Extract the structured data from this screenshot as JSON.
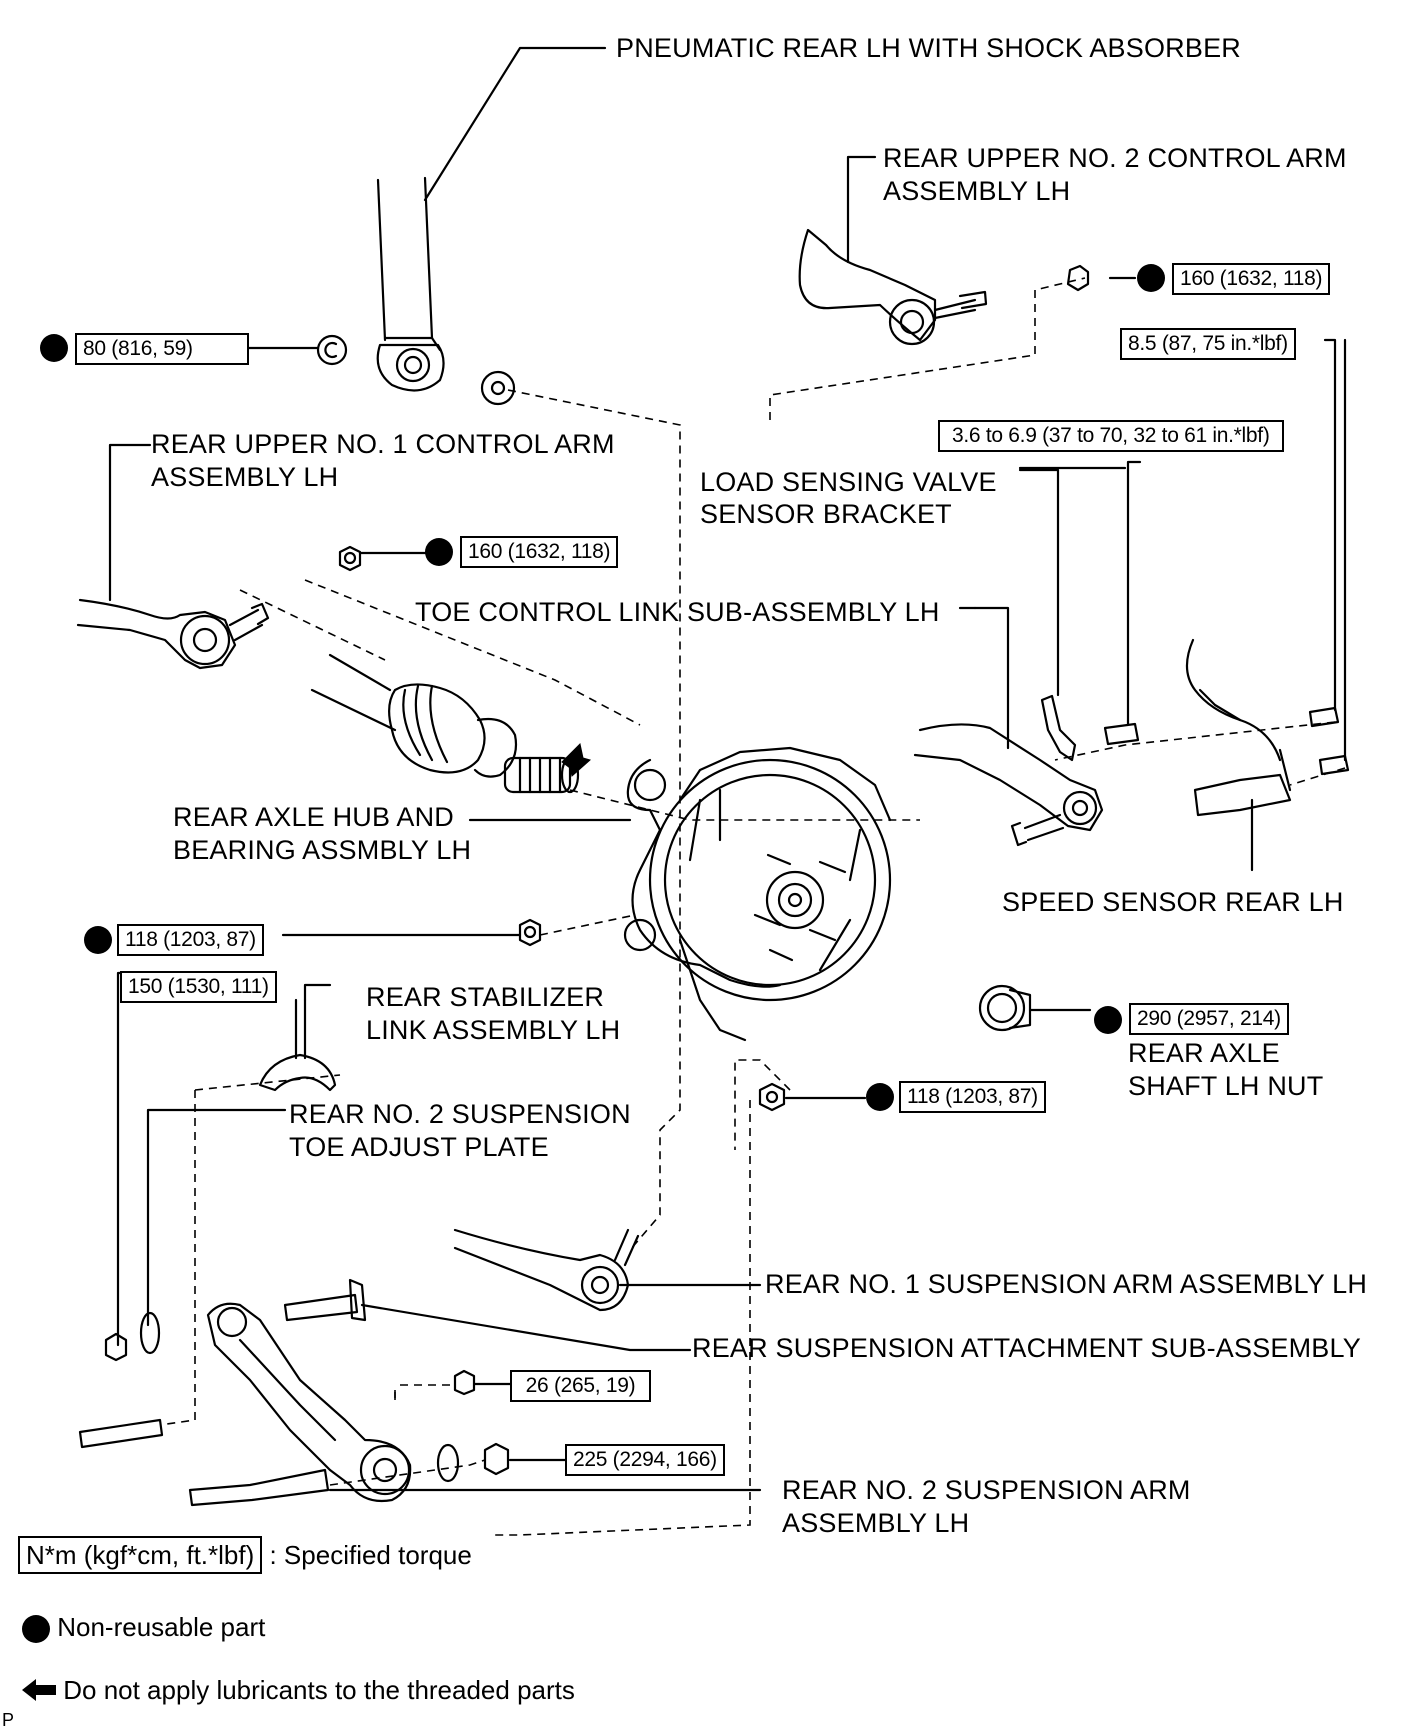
{
  "labels": {
    "shock": "PNEUMATIC REAR LH WITH SHOCK ABSORBER",
    "upper2_line1": "REAR UPPER NO. 2 CONTROL ARM",
    "upper2_line2": "ASSEMBLY LH",
    "upper1_line1": "REAR UPPER NO. 1 CONTROL ARM",
    "upper1_line2": "ASSEMBLY LH",
    "load_line1": "LOAD SENSING VALVE",
    "load_line2": "SENSOR BRACKET",
    "toe": "TOE CONTROL LINK SUB-ASSEMBLY LH",
    "hub_line1": "REAR AXLE HUB AND",
    "hub_line2": "BEARING ASSMBLY LH",
    "speed": "SPEED SENSOR REAR LH",
    "stab_line1": "REAR STABILIZER",
    "stab_line2": "LINK ASSEMBLY LH",
    "nut_line1": "REAR AXLE",
    "nut_line2": "SHAFT LH NUT",
    "toeplate_line1": "REAR NO. 2 SUSPENSION",
    "toeplate_line2": "TOE ADJUST PLATE",
    "arm1": "REAR NO. 1 SUSPENSION ARM ASSEMBLY LH",
    "attach": "REAR SUSPENSION ATTACHMENT SUB-ASSEMBLY",
    "arm2_line1": "REAR NO. 2 SUSPENSION ARM",
    "arm2_line2": "ASSEMBLY LH"
  },
  "torques": {
    "t_shock": "80 (816, 59)",
    "t_upper2": "160 (1632, 118)",
    "t_sensor_bolt": "8.5 (87, 75 in.*lbf)",
    "t_bracket": "3.6 to 6.9 (37 to 70, 32 to 61 in.*lbf)",
    "t_upper1": "160 (1632, 118)",
    "t_hub_upper": "118 (1203, 87)",
    "t_toeplate": "150 (1530, 111)",
    "t_axle_nut": "290 (2957, 214)",
    "t_hub_lower": "118 (1203, 87)",
    "t_attach": "26 (265, 19)",
    "t_arm2": "225 (2294, 166)"
  },
  "legend": {
    "unit_box": "N*m (kgf*cm, ft.*lbf)",
    "unit_text": ": Specified torque",
    "nonreusable": "Non-reusable part",
    "no_lube": "Do not apply lubricants to the threaded parts"
  },
  "corner_mark": "P",
  "icons": [
    "non-reusable-dot-icon",
    "left-arrow-icon"
  ]
}
